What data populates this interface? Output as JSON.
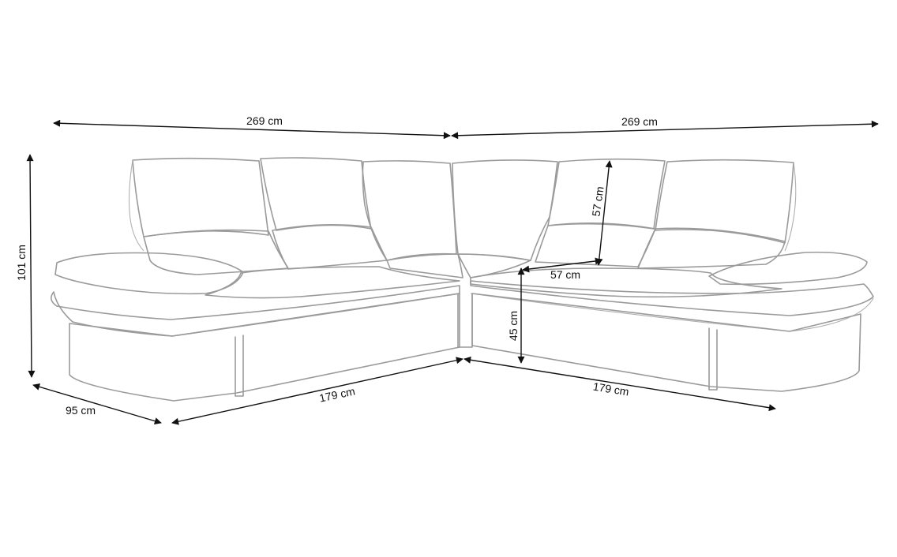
{
  "dimensions": {
    "top_left_width": "269 cm",
    "top_right_width": "269 cm",
    "overall_height": "101 cm",
    "back_height": "57 cm",
    "seat_depth": "57 cm",
    "seat_height": "45 cm",
    "side_depth": "95 cm",
    "bottom_left_length": "179 cm",
    "bottom_right_length": "179 cm"
  },
  "colors": {
    "outline": "#9a9a9a",
    "dimension": "#111111",
    "background": "#ffffff"
  }
}
